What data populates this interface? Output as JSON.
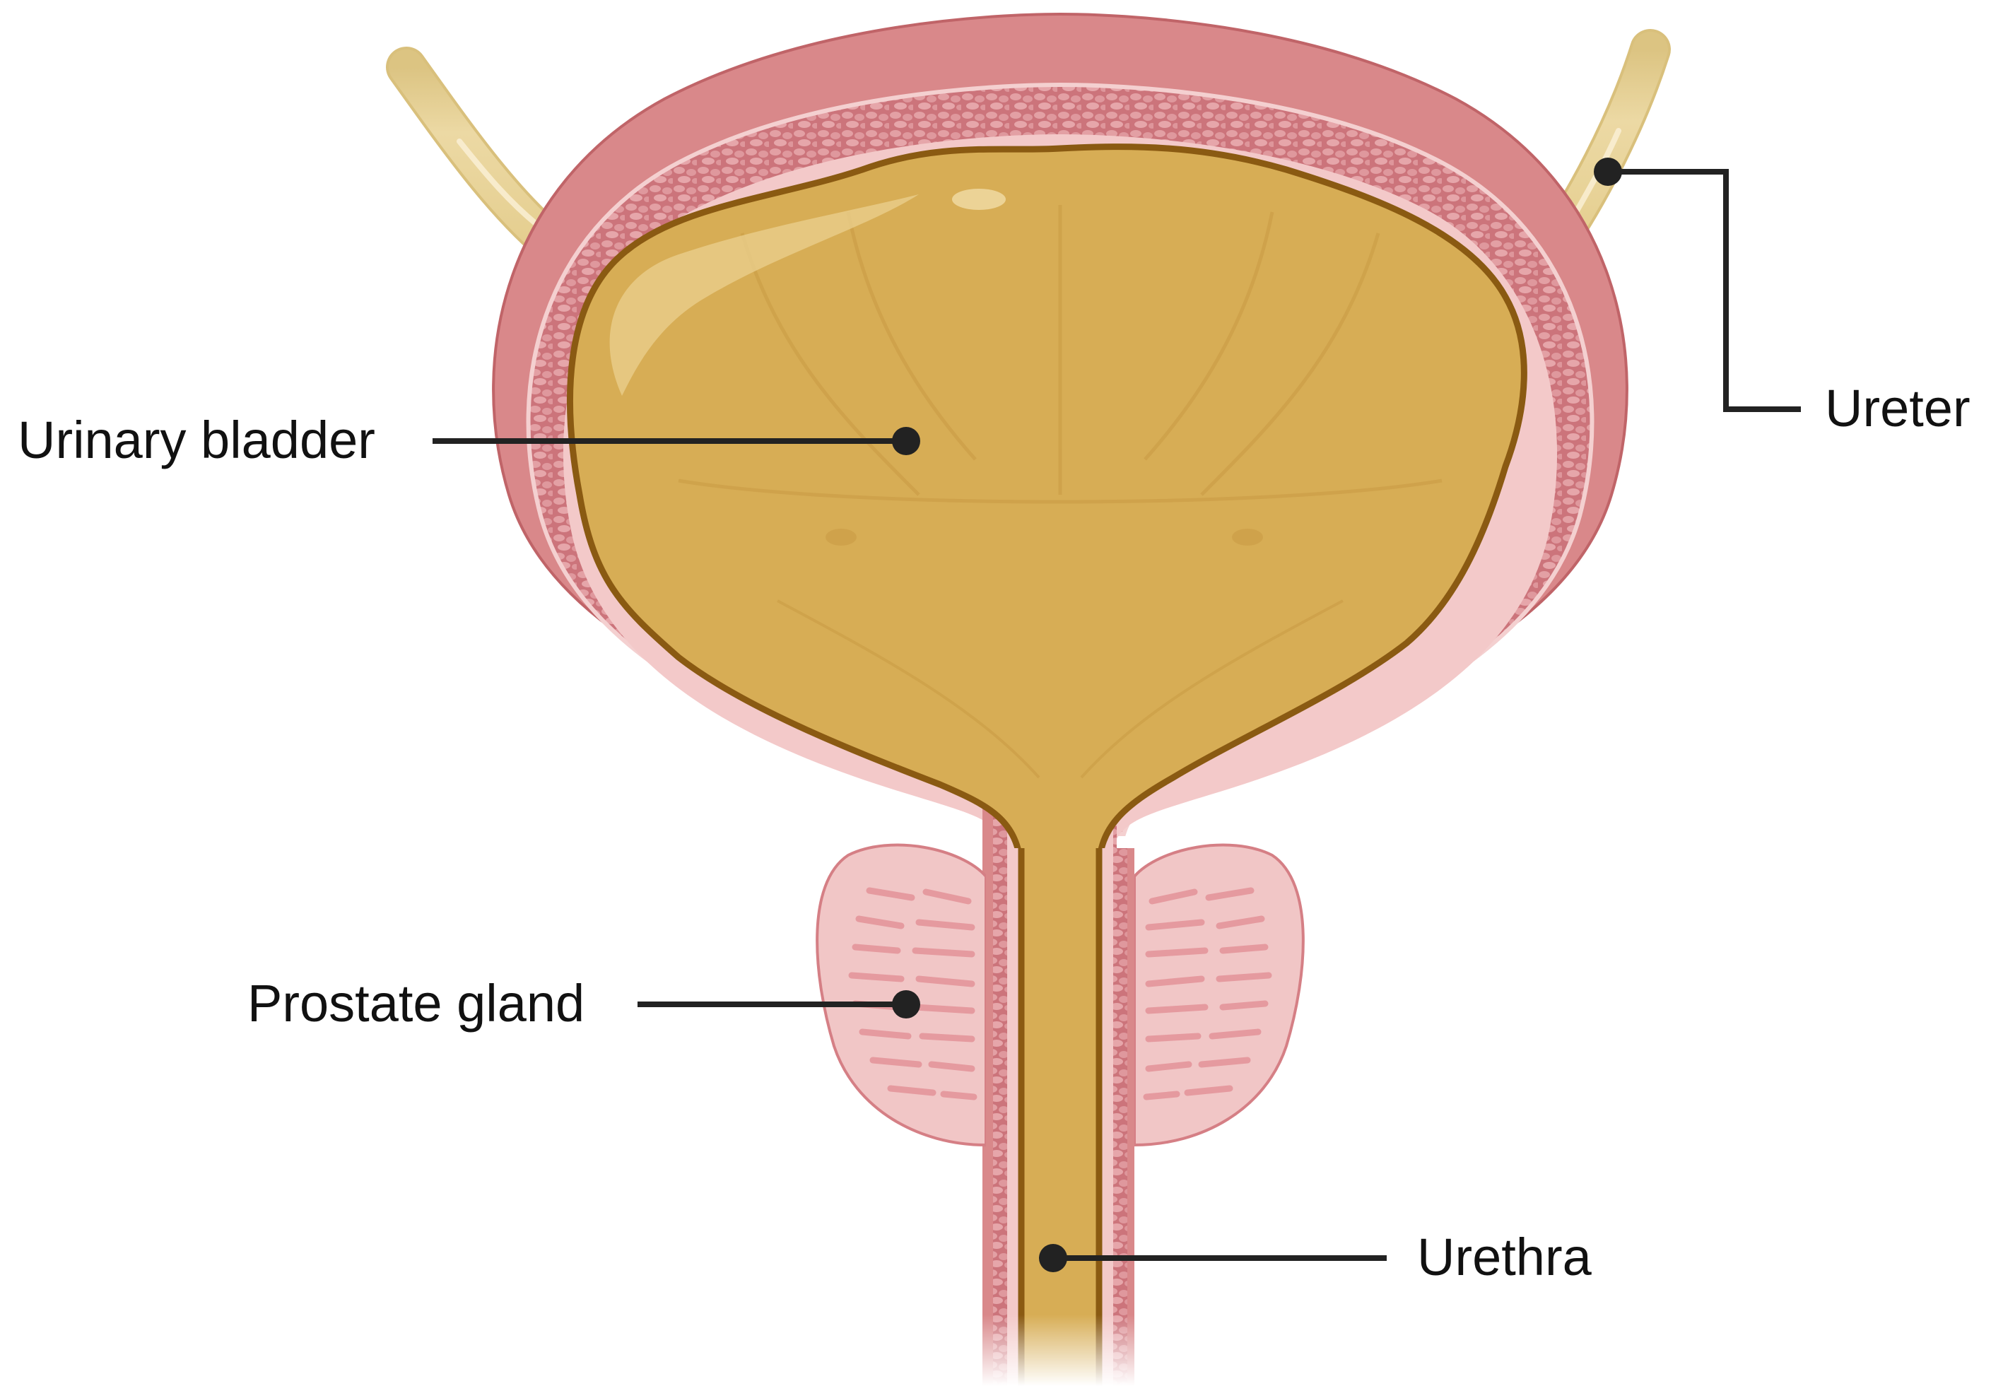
{
  "diagram": {
    "labels": {
      "urinary_bladder": "Urinary bladder",
      "ureter": "Ureter",
      "prostate_gland": "Prostate gland",
      "urethra": "Urethra"
    },
    "colors": {
      "outer_wall": "#d9888a",
      "outer_wall_dark": "#c56c70",
      "muscle_layer": "#cf7a80",
      "muscle_cells": "#e7a9ac",
      "mucosa_line": "#f6d2d2",
      "lumen": "#d7ad55",
      "lumen_light": "#e7c57e",
      "lumen_edge": "#8a5a12",
      "ureter": "#ecd9a4",
      "ureter_edge": "#d9c07c",
      "prostate": "#f1c6c6",
      "prostate_stripes": "#e59a9f",
      "leader_line": "#222222"
    }
  }
}
